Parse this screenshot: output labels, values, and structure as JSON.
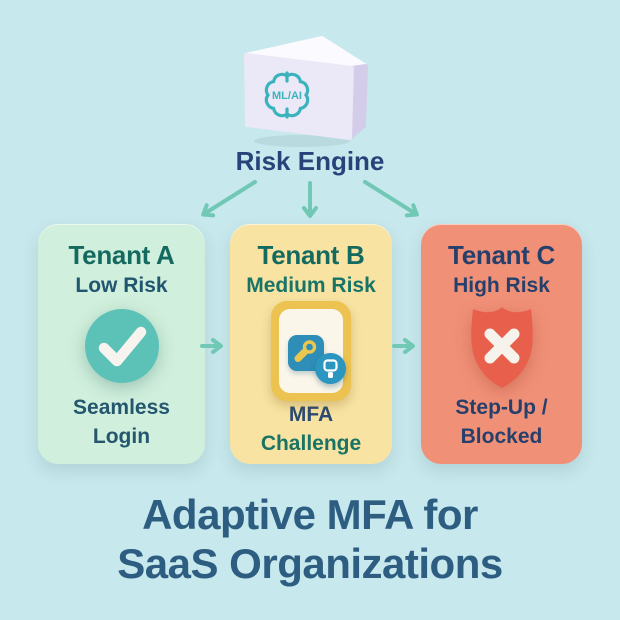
{
  "risk_engine": {
    "cube_icon_label": "ML/AI",
    "label": "Risk Engine"
  },
  "cards": [
    {
      "title": "Tenant A",
      "risk_level": "Low Risk",
      "icon": "check-circle-icon",
      "footer_line1": "Seamless",
      "footer_line2": "Login",
      "bg_color": "#d0efdc"
    },
    {
      "title": "Tenant B",
      "risk_level": "Medium Risk",
      "icon": "mfa-key-device-icon",
      "footer_line1": "MFA",
      "footer_line2": "Challenge",
      "bg_color": "#f8e3a2"
    },
    {
      "title": "Tenant C",
      "risk_level": "High Risk",
      "icon": "shield-x-icon",
      "footer_line1": "Step-Up /",
      "footer_line2": "Blocked",
      "bg_color": "#f09077"
    }
  ],
  "title": {
    "line1": "Adaptive MFA for",
    "line2": "SaaS Organizations"
  },
  "colors": {
    "background": "#c7e8ec",
    "arrow": "#71c8b5",
    "risk_engine_text": "#27437a",
    "title_text": "#2d5d81",
    "teal_heading": "#156a60",
    "navy_heading": "#27406b",
    "check_circle": "#5cc2b8",
    "shield": "#e8604c",
    "mfa_gold": "#ecc351",
    "mfa_blue": "#2e8eb8"
  }
}
